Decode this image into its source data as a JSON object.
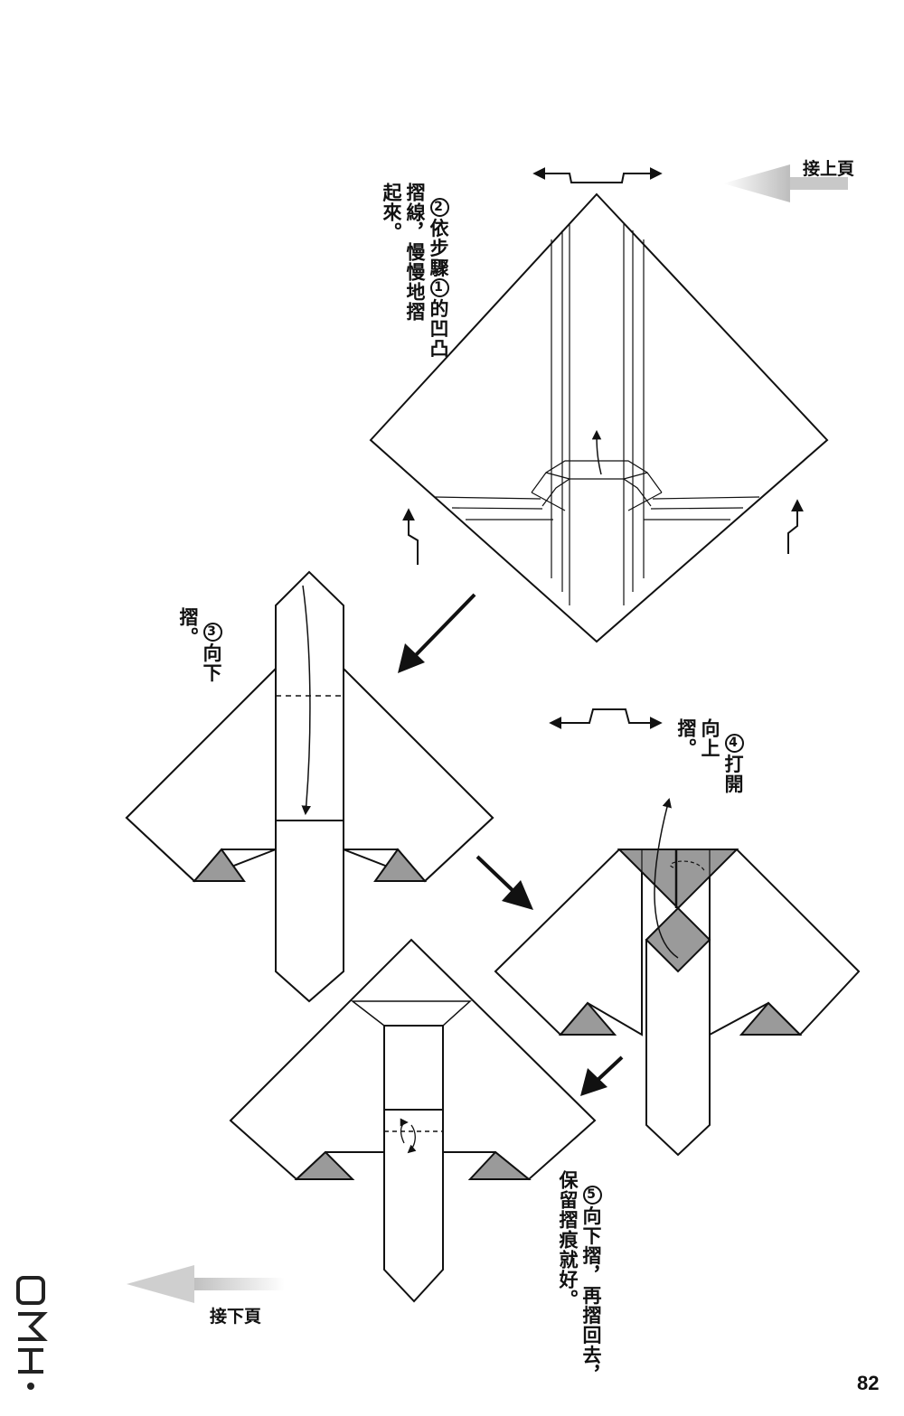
{
  "navigation": {
    "continued_from": "接上頁",
    "continued_to": "接下頁"
  },
  "page_number": "82",
  "steps": [
    {
      "number": "2",
      "text": "依步驟",
      "ref": "1",
      "text2": "的凹凸\n摺線，慢慢地摺\n起來。"
    },
    {
      "number": "3",
      "text": "向下\n摺。"
    },
    {
      "number": "4",
      "text": "打開\n向上\n摺。"
    },
    {
      "number": "5",
      "text": "向下摺，再摺回去，\n保留摺痕就好。"
    }
  ],
  "colors": {
    "ink": "#111111",
    "shade": "#9a9a9a",
    "arrow_gray": "#c8c8c8"
  },
  "icons": [
    "turn-over-arrow-icon",
    "direction-arrow-icon",
    "fold-arrow-icon",
    "page-arrow-icon"
  ]
}
